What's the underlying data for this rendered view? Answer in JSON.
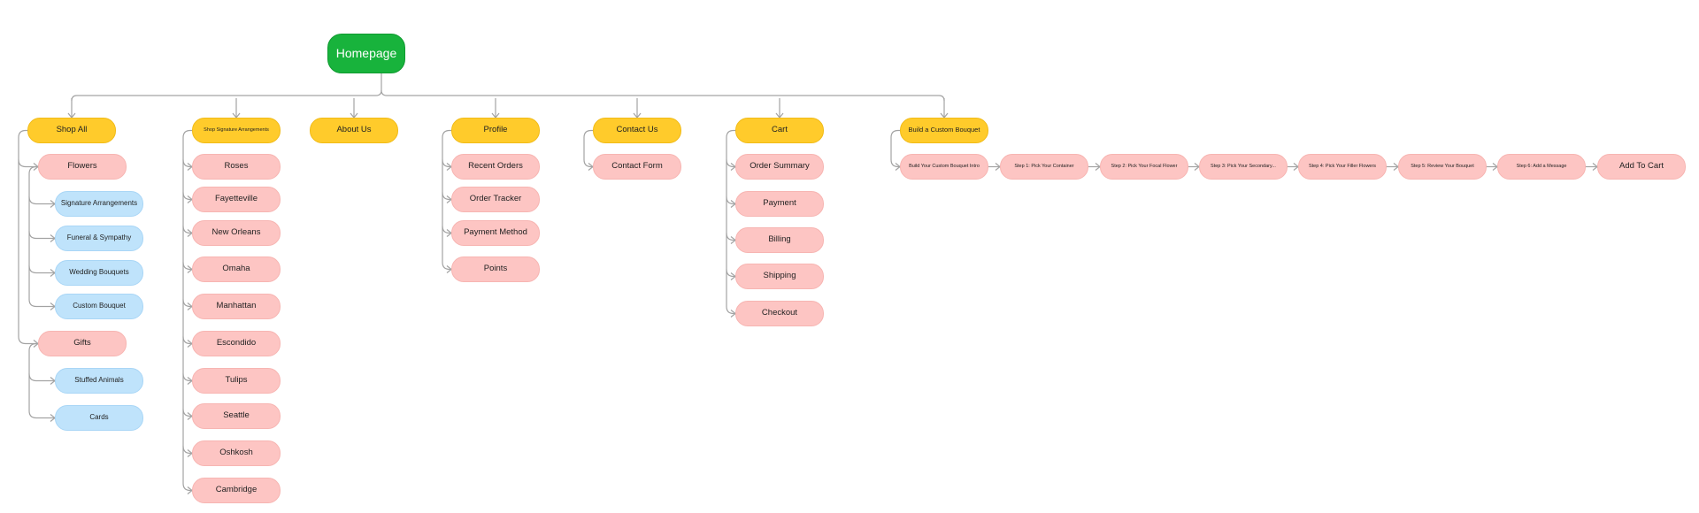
{
  "sitemap": {
    "root": "Homepage",
    "shop_all": {
      "label": "Shop All",
      "flowers": {
        "label": "Flowers",
        "items": [
          "Signature Arrangements",
          "Funeral & Sympathy",
          "Wedding Bouquets",
          "Custom Bouquet"
        ]
      },
      "gifts": {
        "label": "Gifts",
        "items": [
          "Stuffed Animals",
          "Cards"
        ]
      }
    },
    "signature": {
      "label": "Shop Signature Arrangements",
      "items": [
        "Roses",
        "Fayetteville",
        "New Orleans",
        "Omaha",
        "Manhattan",
        "Escondido",
        "Tulips",
        "Seattle",
        "Oshkosh",
        "Cambridge"
      ]
    },
    "about": {
      "label": "About Us"
    },
    "profile": {
      "label": "Profile",
      "items": [
        "Recent Orders",
        "Order Tracker",
        "Payment Method",
        "Points"
      ]
    },
    "contact": {
      "label": "Contact Us",
      "items": [
        "Contact Form"
      ]
    },
    "cart": {
      "label": "Cart",
      "items": [
        "Order Summary",
        "Payment",
        "Billing",
        "Shipping",
        "Checkout"
      ]
    },
    "custom": {
      "label": "Build a Custom Bouquet",
      "steps": [
        "Build Your Custom Bouquet Intro",
        "Step 1: Pick Your Container",
        "Step 2: Pick Your Focal Flower",
        "Step 3: Pick Your Secondary...",
        "Step 4: Pick Your Filler Flowers",
        "Step 5: Review Your Bouquet",
        "Step 6: Add a Message",
        "Add To Cart"
      ]
    }
  },
  "colors": {
    "root": "#18b33c",
    "section": "#ffcb2b",
    "page": "#fdc5c3",
    "subpage": "#bfe3fb",
    "connector": "#a3a3a3"
  }
}
